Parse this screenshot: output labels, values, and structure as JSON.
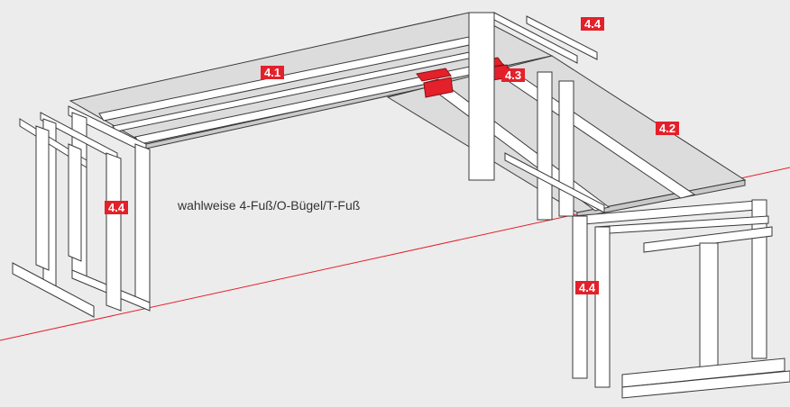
{
  "labels": {
    "frame_long": "4.1",
    "frame_return": "4.2",
    "connector": "4.3",
    "leg_top_right": "4.4",
    "leg_left": "4.4",
    "leg_front_right": "4.4"
  },
  "caption": "wahlweise 4-Fuß/O-Bügel/T-Fuß",
  "colors": {
    "label_bg": "#e4202a",
    "label_text": "#ffffff",
    "guide_line": "#e4202a",
    "background": "#ececec",
    "desktop_fill": "#dcdcdc",
    "frame_fill": "#ffffff",
    "stroke": "#3a3a3a"
  }
}
